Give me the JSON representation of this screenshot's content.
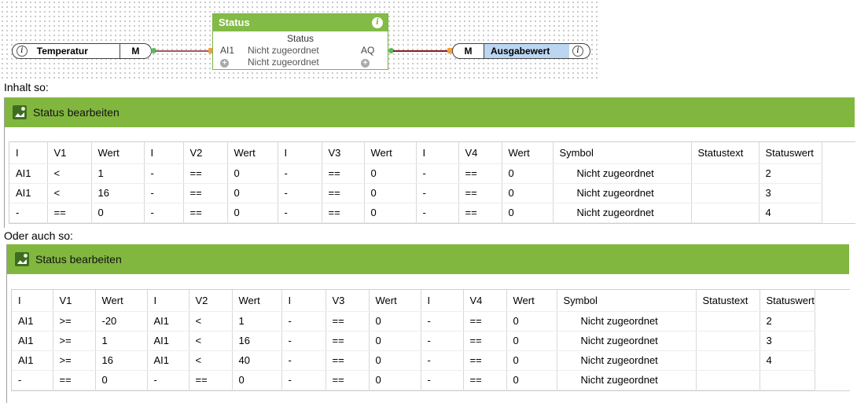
{
  "diagram": {
    "input_connector": {
      "info": "i",
      "name": "Temperatur",
      "mark": "M"
    },
    "block": {
      "title": "Status",
      "info": "i",
      "subtitle": "Status",
      "rows": [
        {
          "left": "AI1",
          "middle": "Nicht zugeordnet",
          "right": "AQ"
        },
        {
          "left": "+",
          "middle": "Nicht zugeordnet",
          "right": "+"
        }
      ]
    },
    "output_connector": {
      "mark": "M",
      "name": "Ausgabewert",
      "info": "i"
    },
    "colors": {
      "block_header": "#82bb45",
      "wire_in": "#a85a5a",
      "wire_out": "#8b1c1c",
      "pin_green": "#5cb85c",
      "pin_orange": "#f0a040",
      "output_fill": "#bcd6f2"
    }
  },
  "captions": {
    "first": "Inhalt so:",
    "second": "Oder auch so:"
  },
  "panel_title": "Status bearbeiten",
  "columns": [
    "I",
    "V1",
    "Wert",
    "I",
    "V2",
    "Wert",
    "I",
    "V3",
    "Wert",
    "I",
    "V4",
    "Wert",
    "Symbol",
    "Statustext",
    "Statuswert"
  ],
  "table1": [
    [
      "AI1",
      "<",
      "1",
      "-",
      "==",
      "0",
      "-",
      "==",
      "0",
      "-",
      "==",
      "0",
      "Nicht zugeordnet",
      "",
      "2"
    ],
    [
      "AI1",
      "<",
      "16",
      "-",
      "==",
      "0",
      "-",
      "==",
      "0",
      "-",
      "==",
      "0",
      "Nicht zugeordnet",
      "",
      "3"
    ],
    [
      "-",
      "==",
      "0",
      "-",
      "==",
      "0",
      "-",
      "==",
      "0",
      "-",
      "==",
      "0",
      "Nicht zugeordnet",
      "",
      "4"
    ]
  ],
  "table2": [
    [
      "AI1",
      ">=",
      "-20",
      "AI1",
      "<",
      "1",
      "-",
      "==",
      "0",
      "-",
      "==",
      "0",
      "Nicht zugeordnet",
      "",
      "2"
    ],
    [
      "AI1",
      ">=",
      "1",
      "AI1",
      "<",
      "16",
      "-",
      "==",
      "0",
      "-",
      "==",
      "0",
      "Nicht zugeordnet",
      "",
      "3"
    ],
    [
      "AI1",
      ">=",
      "16",
      "AI1",
      "<",
      "40",
      "-",
      "==",
      "0",
      "-",
      "==",
      "0",
      "Nicht zugeordnet",
      "",
      "4"
    ],
    [
      "-",
      "==",
      "0",
      "-",
      "==",
      "0",
      "-",
      "==",
      "0",
      "-",
      "==",
      "0",
      "Nicht zugeordnet",
      "",
      ""
    ]
  ]
}
